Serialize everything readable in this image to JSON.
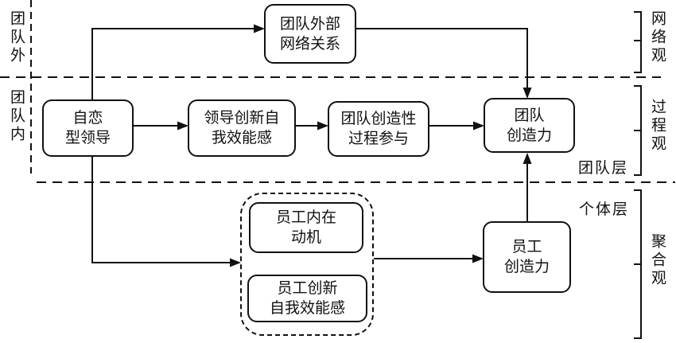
{
  "canvas": {
    "background": "#ffffff",
    "ink_color": "#111111"
  },
  "row_labels": {
    "outside_team": "团队外",
    "inside_team": "团队内"
  },
  "view_labels": {
    "network_view": "网络观",
    "process_view": "过程观",
    "aggregation_view": "聚合观"
  },
  "level_labels": {
    "team_level": "团队层",
    "individual_level": "个体层"
  },
  "boxes": {
    "external_network": {
      "lines": [
        "团队外部",
        "网络关系"
      ]
    },
    "narcissistic_leadership": {
      "lines": [
        "自恋",
        "型领导"
      ]
    },
    "leader_efficacy": {
      "lines": [
        "领导创新自",
        "我效能感"
      ]
    },
    "team_process": {
      "lines": [
        "团队创造性",
        "过程参与"
      ]
    },
    "team_creativity": {
      "lines": [
        "团队",
        "创造力"
      ]
    },
    "intrinsic_motivation": {
      "lines": [
        "员工内在",
        "动机"
      ]
    },
    "employee_efficacy": {
      "lines": [
        "员工创新",
        "自我效能感"
      ]
    },
    "employee_creativity": {
      "lines": [
        "员工",
        "创造力"
      ]
    }
  }
}
